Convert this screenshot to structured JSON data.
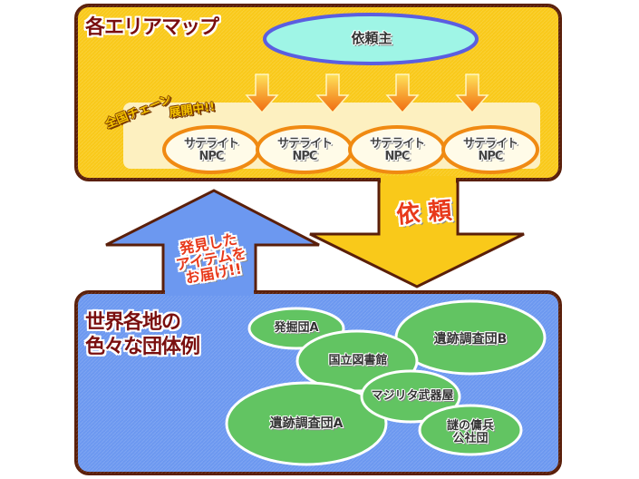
{
  "top_panel": {
    "title": "各エリアマップ",
    "client_label": "依頼主",
    "chain_label_line1": "全国チェーン",
    "chain_label_line2": "展開中!!",
    "satellites": [
      {
        "label": "サテライト\nNPC"
      },
      {
        "label": "サテライト\nNPC"
      },
      {
        "label": "サテライト\nNPC"
      },
      {
        "label": "サテライト\nNPC"
      }
    ]
  },
  "arrows": {
    "down_label": "依 頼",
    "up_label": "発見した\nアイテムを\nお届け!!"
  },
  "bottom_panel": {
    "title": "世界各地の\n色々な団体例",
    "groups": [
      {
        "label": "発掘団A"
      },
      {
        "label": "遺跡調査団B"
      },
      {
        "label": "国立図書館"
      },
      {
        "label": "マジリタ武器屋"
      },
      {
        "label": "遺跡調査団A"
      },
      {
        "label": "謎の傭兵\n公社団"
      }
    ]
  },
  "colors": {
    "top_panel_fill": "#f9c91a",
    "panel_border": "#5a1f0a",
    "bottom_panel_fill": "#6c98f0",
    "client_fill": "#9ff5e6",
    "client_border": "#5b5ee0",
    "group_fill": "#62c462",
    "satellite_border": "#f08a12",
    "title_text": "#7a0f0f",
    "accent_red": "#e8391a"
  }
}
